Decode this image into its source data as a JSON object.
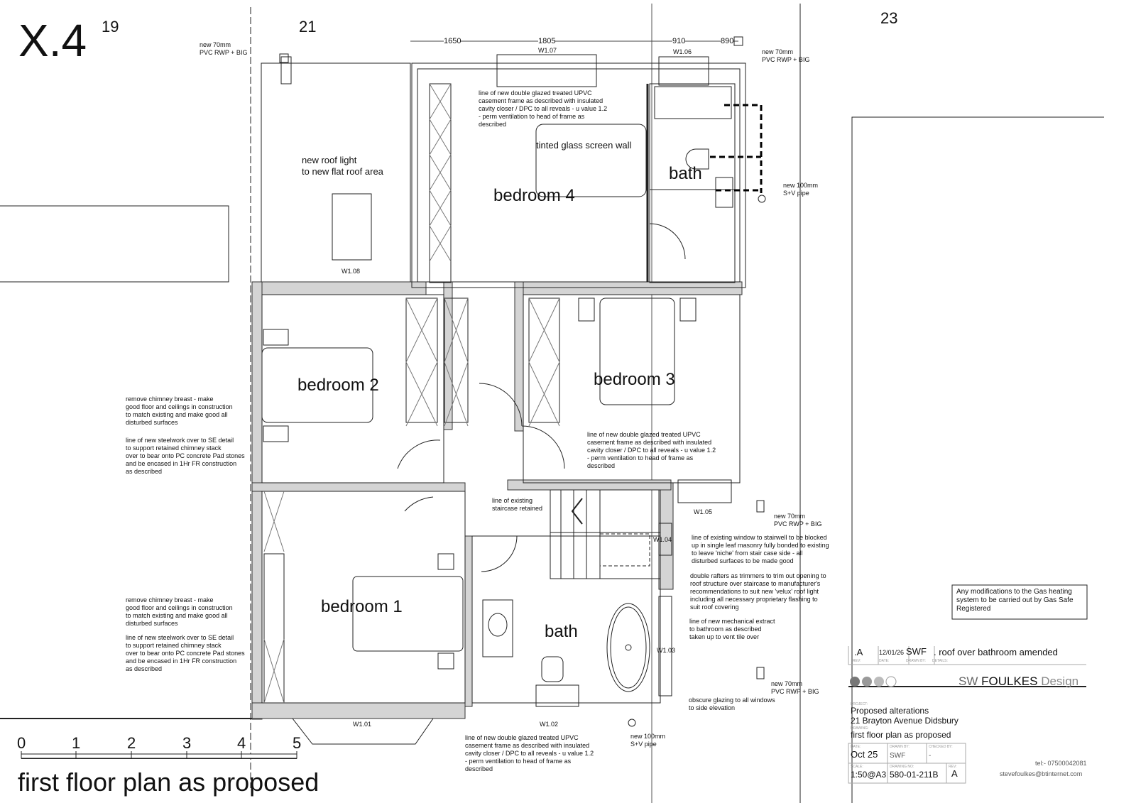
{
  "sheet": {
    "id": "X.4",
    "grid_19": "19",
    "grid_21": "21",
    "grid_23": "23"
  },
  "rooms": {
    "bedroom4": "bedroom 4",
    "bath_upper": "bath",
    "bedroom2": "bedroom 2",
    "bedroom3": "bedroom 3",
    "bedroom1": "bedroom 1",
    "bath_lower": "bath"
  },
  "dimensions": {
    "d1650": "1650",
    "d1805": "1805",
    "d910": "910",
    "d890": "890"
  },
  "windows": {
    "w101": "W1.01",
    "w102": "W1.02",
    "w103": "W1.03",
    "w104": "W1.04",
    "w105": "W1.05",
    "w106": "W1.06",
    "w107": "W1.07",
    "w108": "W1.08"
  },
  "notes": {
    "rwp_top_left": "new 70mm\nPVC RWP + BIG",
    "rwp_top_right": "new 70mm\nPVC RWP + BIG",
    "rwp_mid": "new 70mm\nPVC RWP + BIG",
    "rwp_low": "new 70mm\nPVC RWP + BIG",
    "sv_pipe_top": "new 100mm\nS+V pipe",
    "sv_pipe_bottom": "new 100mm\nS+V pipe",
    "roof_light": "new roof light\nto new flat roof area",
    "glazing_top": "line of new double glazed treated UPVC\ncasement frame as described with insulated\ncavity closer / DPC to all reveals  - u value 1.2\n- perm ventilation to head of frame as\ndescribed",
    "tinted_glass": "tinted glass screen wall",
    "glazing_mid": "line of new double glazed treated UPVC\ncasement frame as described with insulated\ncavity closer / DPC to all reveals  - u value 1.2\n- perm ventilation to head of frame as\ndescribed",
    "glazing_bottom": "line of new double glazed treated UPVC\ncasement frame as described with insulated\ncavity closer / DPC to all reveals  - u value 1.2\n- perm ventilation to head of frame as\ndescribed",
    "chimney_1": "remove chimney breast - make\ngood floor and ceilings in construction\nto match existing and make good all\ndisturbed surfaces",
    "steel_1": "line of new steelwork over to SE detail\nto support retained chimney stack\nover to bear onto PC concrete Pad stones\nand be encased in 1Hr FR construction\nas described",
    "chimney_2": "remove chimney breast - make\ngood floor and ceilings in construction\nto match existing and make good all\ndisturbed surfaces",
    "steel_2": "line of new steelwork over to SE detail\nto support retained chimney stack\nover to bear onto PC concrete Pad stones\nand be encased in 1Hr FR construction\nas described",
    "staircase": "line of existing\nstaircase retained",
    "stair_window": "line of existing window to stairwell to be blocked\nup in single leaf masonry fully bonded to existing\nto leave 'niche' from stair case side - all\ndisturbed surfaces to be made good",
    "rafters": "double rafters as trimmers to trim out opening to\nroof structure over staircase to manufacturer's\nrecommendations to suit new 'velux' roof light\nincluding all necessary proprietary flashing to\nsuit roof covering",
    "extract": "line of new mechanical extract\nto bathroom as described\ntaken up to vent tile over",
    "obscure": "obscure glazing to all windows\nto side elevation",
    "gas": "Any modifications to the Gas heating\nsystem to be carried out by Gas Safe\nRegistered"
  },
  "scale_bar": {
    "ticks": [
      "0",
      "1",
      "2",
      "3",
      "4",
      "5"
    ]
  },
  "title": "first floor plan as proposed",
  "title_block": {
    "revision": {
      "rev": ".A",
      "date": "12/01/26",
      "drawn_by": "SWF",
      "details": ". roof over bathroom amended",
      "labels": {
        "rev": "REV:",
        "date": "DATE:",
        "drawn_by": "DRAWN BY:",
        "details": "DETAILS:"
      }
    },
    "company": {
      "part1": "SW ",
      "part2": "FOULKES",
      "part3": " Design"
    },
    "project_label": "PROJECT:",
    "project_line1": "Proposed alterations",
    "project_line2": "21 Brayton Avenue Didsbury",
    "drawing_label": "DRAWING:",
    "drawing": "first floor plan as proposed",
    "date_label": "DATE:",
    "date": "Oct 25",
    "drawn_label": "DRAWN BY:",
    "drawn": "SWF",
    "checked_label": "CHECKED BY:",
    "checked": "-",
    "scale_label": "SCALE:",
    "scale": "1:50@A3",
    "drawing_no_label": "DRAWING NO:",
    "drawing_no": "580-01-211B",
    "rev_label": "REV:",
    "rev": "A",
    "tel": "tel:- 07500042081",
    "email": "stevefoulkes@btinternet.com"
  }
}
